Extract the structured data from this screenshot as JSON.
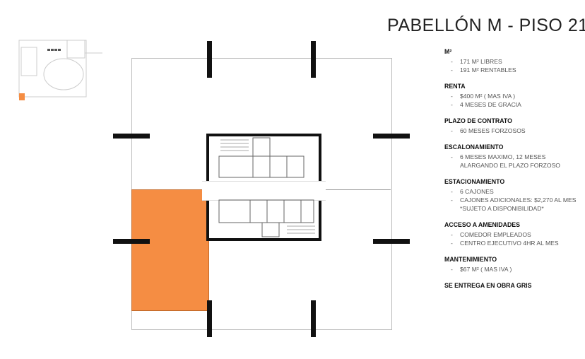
{
  "title": "PABELLÓN M - PISO 21",
  "sections": [
    {
      "heading": "M²",
      "items": [
        "171 M² LIBRES",
        "191 M² RENTABLES"
      ]
    },
    {
      "heading": "RENTA",
      "items": [
        "$400 M² ( MAS IVA )",
        "4 MESES DE GRACIA"
      ]
    },
    {
      "heading": "PLAZO DE CONTRATO",
      "items": [
        "60 MESES FORZOSOS"
      ]
    },
    {
      "heading": "ESCALONAMIENTO",
      "items": [
        "6 MESES MAXIMO, 12 MESES ALARGANDO EL PLAZO FORZOSO"
      ]
    },
    {
      "heading": "ESTACIONAMIENTO",
      "items": [
        "6 CAJONES",
        "CAJONES ADICIONALES: $2,270 AL MES *SUJETO A DISPONIBILIDAD*"
      ]
    },
    {
      "heading": "ACCESO A AMENIDADES",
      "items": [
        "COMEDOR EMPLEADOS",
        "CENTRO EJECUTIVO 4HR AL MES"
      ]
    },
    {
      "heading": "MANTENIMIENTO",
      "items": [
        "$67 M² ( MAS IVA )"
      ]
    },
    {
      "heading": "SE ENTREGA EN OBRA GRIS",
      "items": []
    }
  ],
  "dash": "-",
  "colors": {
    "highlight": "#f58d43",
    "wall": "#111111"
  }
}
